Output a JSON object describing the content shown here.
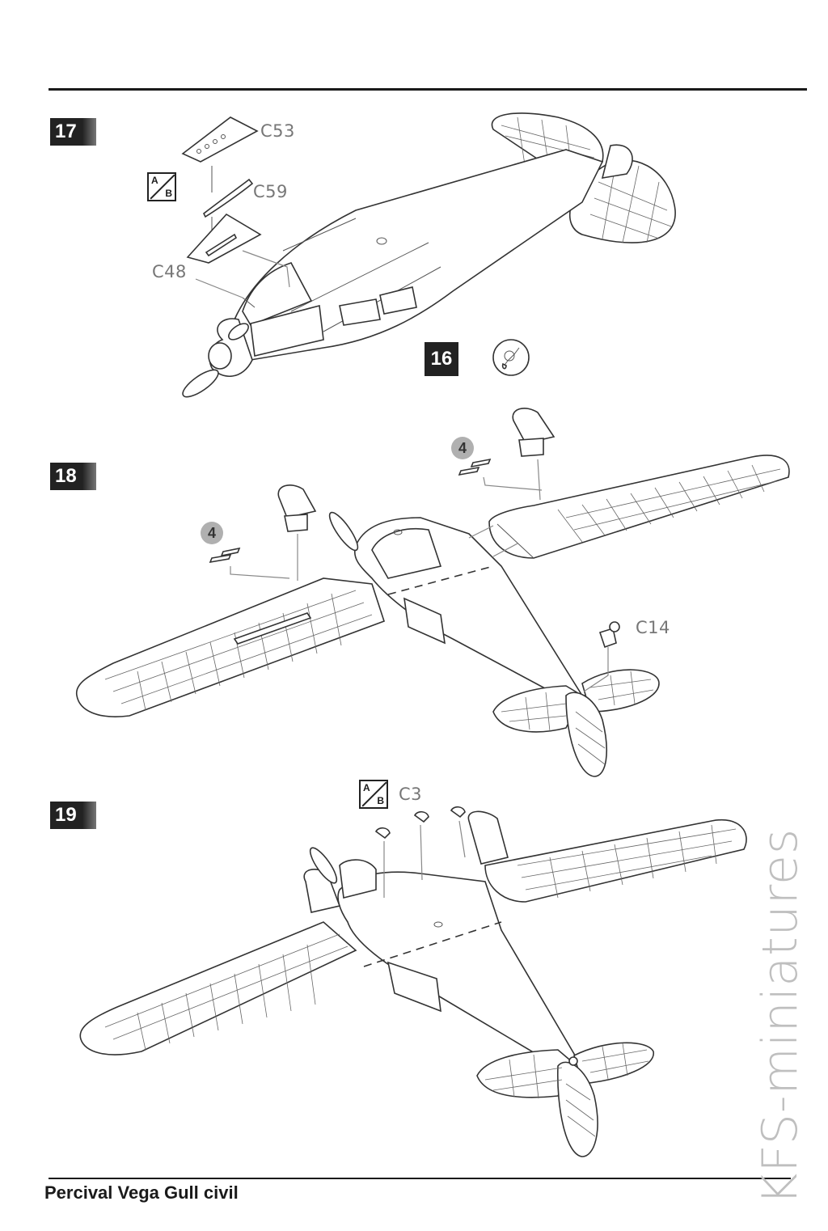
{
  "steps": [
    {
      "number": "17"
    },
    {
      "number": "18"
    },
    {
      "number": "19"
    }
  ],
  "reference_step": "16",
  "parts": {
    "step17": [
      "C53",
      "C59",
      "C48"
    ],
    "step18": [
      "C14"
    ],
    "step19": [
      "C3"
    ]
  },
  "quantities": {
    "left": "4",
    "right": "4"
  },
  "option_icon": {
    "a": "A",
    "b": "B"
  },
  "footer": {
    "title": "Percival Vega Gull civil"
  },
  "watermark": "KFS-miniatures"
}
